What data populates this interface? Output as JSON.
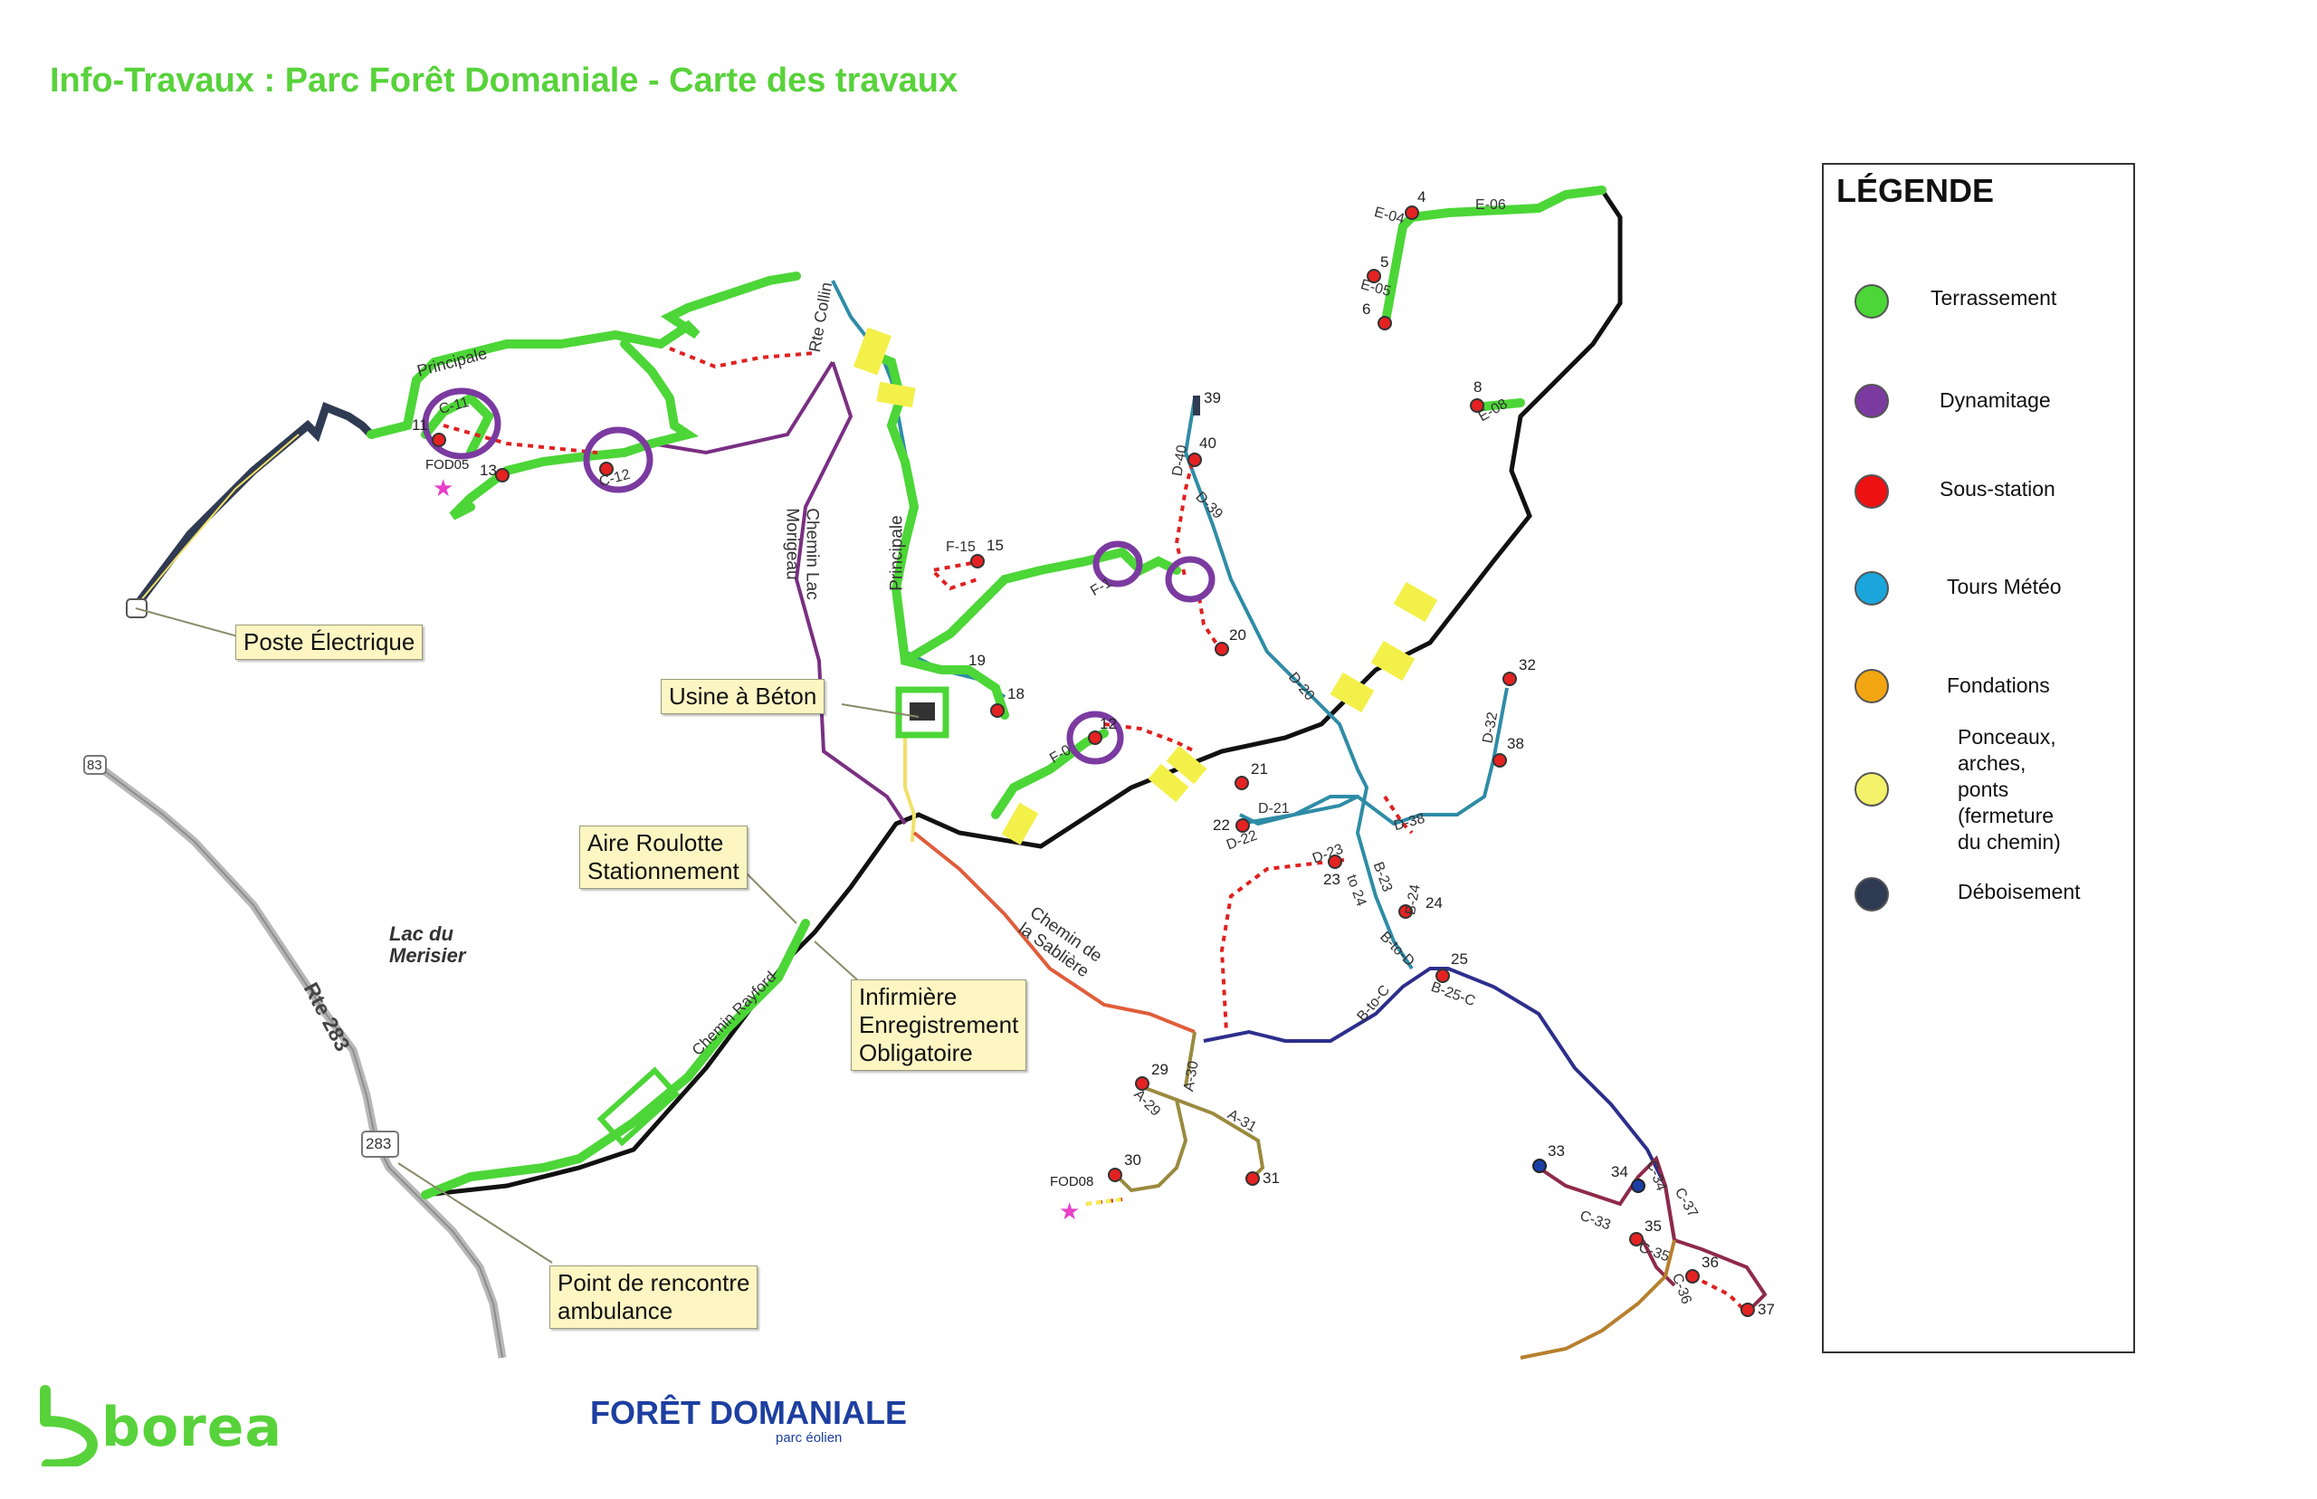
{
  "title": "Info-Travaux : Parc Forêt Domaniale - Carte des travaux",
  "legend": {
    "title": "LÉGENDE",
    "items": [
      {
        "label": "Terrassement",
        "color": "#4cd637",
        "icon": "green-dot"
      },
      {
        "label": "Dynamitage",
        "color": "#7b3aa0",
        "icon": "purple-dot"
      },
      {
        "label": "Sous-station",
        "color": "#ee1111",
        "icon": "red-dot"
      },
      {
        "label": "Tours Météo",
        "color": "#1aa6dc",
        "icon": "blue-dot"
      },
      {
        "label": "Fondations",
        "color": "#f2a612",
        "icon": "orange-dot"
      },
      {
        "label": "Ponceaux,\narches,\nponts\n(fermeture\ndu chemin)",
        "color": "#f4f26a",
        "icon": "yellow-dot"
      },
      {
        "label": "Déboisement",
        "color": "#2f3b52",
        "icon": "navy-dot"
      }
    ]
  },
  "callouts": {
    "poste": "Poste Électrique",
    "usine": "Usine à Béton",
    "aire": "Aire Roulotte\nStationnement",
    "infirmiere": "Infirmière\nEnregistrement\nObligatoire",
    "rencontre": "Point de rencontre\nambulance"
  },
  "map_labels": {
    "lac": "Lac du\nMerisier",
    "rte283": "Rte 283",
    "shield283": "283",
    "shield83": "83",
    "chemin_sabliere": "Chemin de\nla Sablière",
    "chemin_lac_morigeau": "Chemin Lac\nMorigeau",
    "principale": "Principale",
    "principale_top": "Principale",
    "rte_collin": "Rte Collin",
    "chemin_rayford": "Chemin Rayford"
  },
  "road_labels": [
    "E-04",
    "E-06",
    "E-05",
    "E-08",
    "D-40",
    "D-39",
    "D-20",
    "D-32",
    "D-38",
    "D-21",
    "D-22",
    "D-23",
    "B-23",
    "B-24",
    "B-to-D",
    "to 24",
    "B-to-C",
    "B-25-C",
    "A-29",
    "A-30",
    "A-31",
    "C-33",
    "C-34",
    "C-37",
    "C-35",
    "C-36",
    "F-15",
    "F-1",
    "F-0",
    "C-12",
    "C-11"
  ],
  "site_numbers": [
    "4",
    "5",
    "6",
    "8",
    "39",
    "40",
    "20",
    "32",
    "38",
    "21",
    "22",
    "23",
    "24",
    "25",
    "29",
    "30",
    "31",
    "33",
    "34",
    "35",
    "36",
    "37",
    "15",
    "18",
    "19",
    "12",
    "13",
    "11",
    "FOD05",
    "FOD08"
  ],
  "brand": {
    "borea": "borea",
    "foret": "FORÊT DOMANIALE",
    "foret_sub": "parc éolien"
  }
}
